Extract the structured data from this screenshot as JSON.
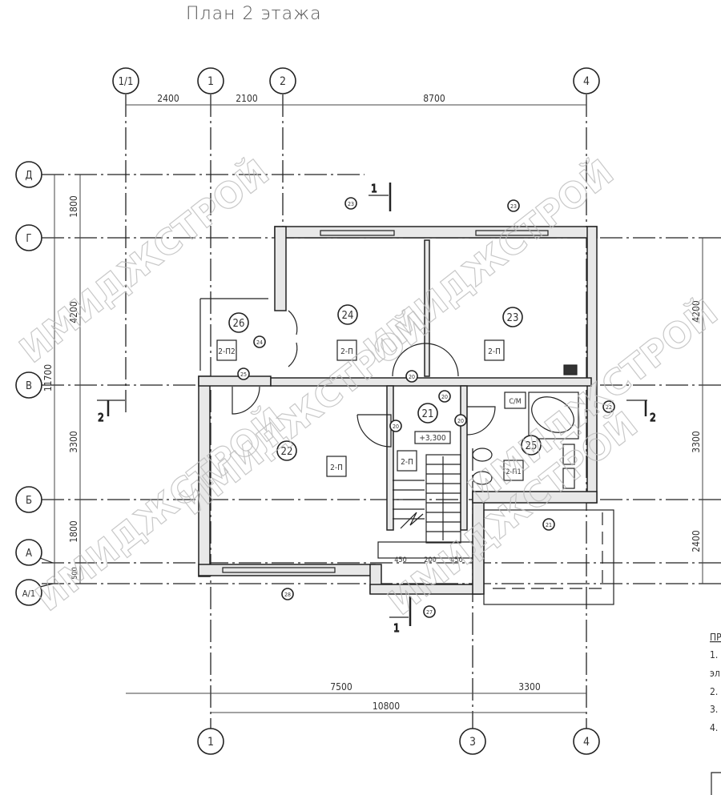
{
  "title": "План 2 этажа",
  "axes": {
    "vertical": [
      {
        "label": "1/1"
      },
      {
        "label": "1"
      },
      {
        "label": "2"
      },
      {
        "label": "3"
      },
      {
        "label": "4"
      }
    ],
    "horizontal": [
      {
        "label": "Д"
      },
      {
        "label": "Г"
      },
      {
        "label": "В"
      },
      {
        "label": "Б"
      },
      {
        "label": "А"
      },
      {
        "label": "А/1"
      }
    ]
  },
  "dimensions": {
    "top": [
      "2400",
      "2100",
      "8700"
    ],
    "left": [
      "1800",
      "4200",
      "3300",
      "1800",
      "500"
    ],
    "left_total": "11700",
    "right": [
      "4200",
      "3300",
      "2400"
    ],
    "bottom": [
      "7500",
      "3300"
    ],
    "bottom_total": "10800",
    "stair": [
      "450",
      "200",
      "450"
    ]
  },
  "rooms": [
    {
      "number": "26",
      "tag": "2-П2"
    },
    {
      "number": "24",
      "tag": "2-П"
    },
    {
      "number": "23",
      "tag": "2-П"
    },
    {
      "number": "21",
      "tag": "2-П"
    },
    {
      "number": "22",
      "tag": "2-П"
    },
    {
      "number": "25",
      "tag": "2-П1"
    }
  ],
  "markers": [
    "23",
    "23",
    "24",
    "25",
    "20",
    "20",
    "20",
    "20",
    "22",
    "21",
    "28",
    "27"
  ],
  "elevation": "+3,300",
  "washer_label": "С/М",
  "sections": [
    "1",
    "2",
    "2",
    "1"
  ],
  "watermark": "ИМИДЖСТРОЙ",
  "notes": [
    "ПР",
    "1.",
    "эл",
    "2.",
    "3.",
    "4."
  ]
}
